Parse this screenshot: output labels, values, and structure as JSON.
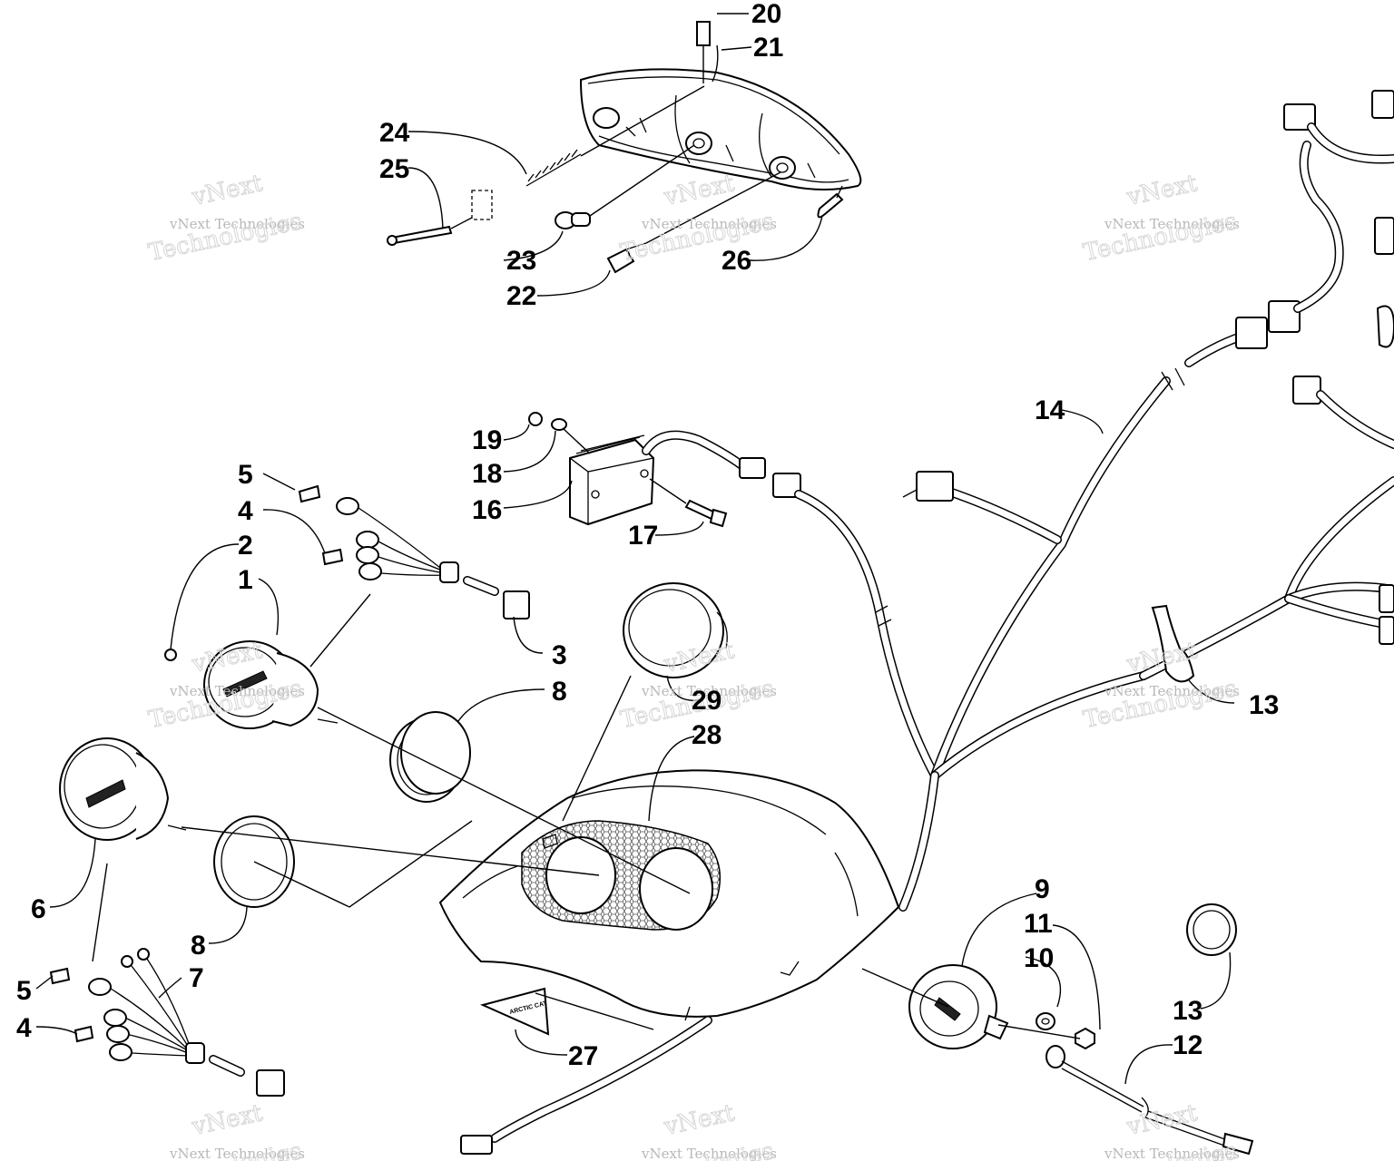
{
  "watermark": {
    "line1": "vNext Technologies",
    "line2": "vNext",
    "line3": "Technologies"
  },
  "decal_text": "ARCTIC CAT",
  "callouts": [
    {
      "id": "c20",
      "label": "20"
    },
    {
      "id": "c21",
      "label": "21"
    },
    {
      "id": "c24",
      "label": "24"
    },
    {
      "id": "c25",
      "label": "25"
    },
    {
      "id": "c23",
      "label": "23"
    },
    {
      "id": "c22",
      "label": "22"
    },
    {
      "id": "c26",
      "label": "26"
    },
    {
      "id": "c19",
      "label": "19"
    },
    {
      "id": "c18",
      "label": "18"
    },
    {
      "id": "c16",
      "label": "16"
    },
    {
      "id": "c17",
      "label": "17"
    },
    {
      "id": "c14",
      "label": "14"
    },
    {
      "id": "c5a",
      "label": "5"
    },
    {
      "id": "c4a",
      "label": "4"
    },
    {
      "id": "c2",
      "label": "2"
    },
    {
      "id": "c1",
      "label": "1"
    },
    {
      "id": "c3",
      "label": "3"
    },
    {
      "id": "c8a",
      "label": "8"
    },
    {
      "id": "c29",
      "label": "29"
    },
    {
      "id": "c28",
      "label": "28"
    },
    {
      "id": "c13a",
      "label": "13"
    },
    {
      "id": "c6",
      "label": "6"
    },
    {
      "id": "c8b",
      "label": "8"
    },
    {
      "id": "c7",
      "label": "7"
    },
    {
      "id": "c5b",
      "label": "5"
    },
    {
      "id": "c4b",
      "label": "4"
    },
    {
      "id": "c9",
      "label": "9"
    },
    {
      "id": "c11",
      "label": "11"
    },
    {
      "id": "c10",
      "label": "10"
    },
    {
      "id": "c13b",
      "label": "13"
    },
    {
      "id": "c12",
      "label": "12"
    },
    {
      "id": "c27",
      "label": "27"
    }
  ]
}
